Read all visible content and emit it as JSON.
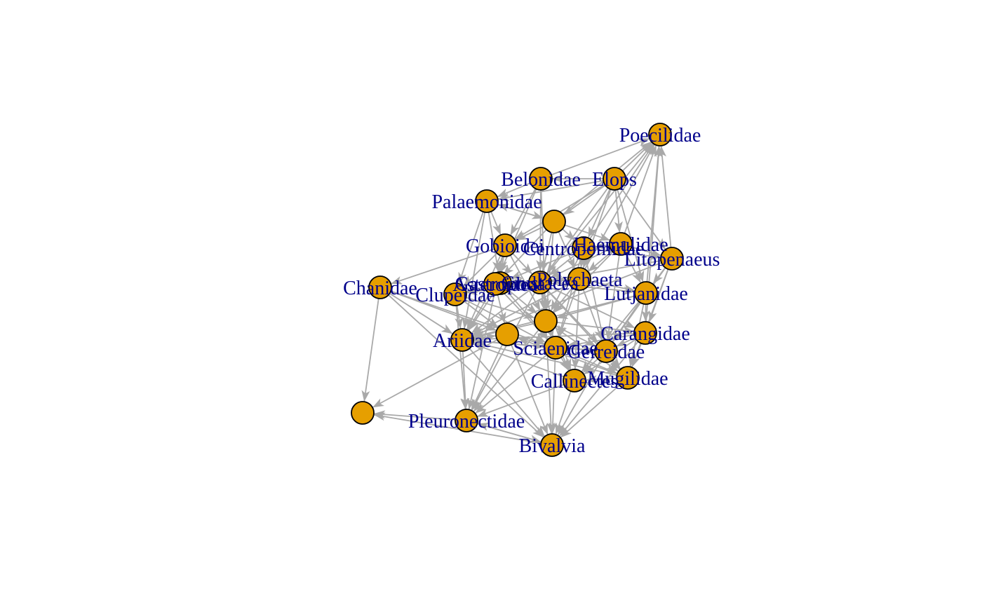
{
  "colors": {
    "node_fill": "#E69F00",
    "node_stroke": "#000000",
    "edge": "#A9A9A9",
    "label": "#00008B",
    "background": "#FFFFFF"
  },
  "nodes": [
    {
      "id": "poecilidae",
      "label": "Poecilidae"
    },
    {
      "id": "elops",
      "label": "Elops"
    },
    {
      "id": "belonidae",
      "label": "Belonidae"
    },
    {
      "id": "palaemonidae",
      "label": "Palaemonidae"
    },
    {
      "id": "u1",
      "label": ""
    },
    {
      "id": "haemulidae",
      "label": "Haemulidae"
    },
    {
      "id": "centropomidae",
      "label": "Centropomidae"
    },
    {
      "id": "gobioidei",
      "label": "Gobioidei"
    },
    {
      "id": "litopenaeus",
      "label": "Litopenaeus"
    },
    {
      "id": "polychaeta",
      "label": "Polychaeta"
    },
    {
      "id": "gastropoda",
      "label": "Gastropoda"
    },
    {
      "id": "asteroidea",
      "label": "Asteroidea"
    },
    {
      "id": "crustacea",
      "label": "Crustacea"
    },
    {
      "id": "lutjanidae",
      "label": "Lutjanidae"
    },
    {
      "id": "chanidae",
      "label": "Chanidae"
    },
    {
      "id": "clupeidae",
      "label": "Clupeidae"
    },
    {
      "id": "u2",
      "label": ""
    },
    {
      "id": "carangidae",
      "label": "Carangidae"
    },
    {
      "id": "ariidae",
      "label": "Ariidae"
    },
    {
      "id": "u3",
      "label": ""
    },
    {
      "id": "sciaenidae",
      "label": "Sciaenidae"
    },
    {
      "id": "gerreidae",
      "label": "Gerreidae"
    },
    {
      "id": "mugilidae",
      "label": "Mugilidae"
    },
    {
      "id": "callinectes",
      "label": "Callinectes"
    },
    {
      "id": "u4",
      "label": ""
    },
    {
      "id": "pleuronectidae",
      "label": "Pleuronectidae"
    },
    {
      "id": "bivalvia",
      "label": "Bivalvia"
    }
  ],
  "edges": [
    [
      "chanidae",
      "u4"
    ],
    [
      "chanidae",
      "u3"
    ],
    [
      "chanidae",
      "ariidae"
    ],
    [
      "chanidae",
      "sciaenidae"
    ],
    [
      "chanidae",
      "bivalvia"
    ],
    [
      "gobioidei",
      "chanidae"
    ],
    [
      "u3",
      "u4"
    ],
    [
      "pleuronectidae",
      "u4"
    ],
    [
      "bivalvia",
      "u4"
    ],
    [
      "pleuronectidae",
      "bivalvia"
    ],
    [
      "u3",
      "bivalvia"
    ],
    [
      "ariidae",
      "bivalvia"
    ],
    [
      "sciaenidae",
      "bivalvia"
    ],
    [
      "callinectes",
      "bivalvia"
    ],
    [
      "mugilidae",
      "bivalvia"
    ],
    [
      "gerreidae",
      "bivalvia"
    ],
    [
      "carangidae",
      "bivalvia"
    ],
    [
      "u2",
      "bivalvia"
    ],
    [
      "u2",
      "pleuronectidae"
    ],
    [
      "ariidae",
      "pleuronectidae"
    ],
    [
      "clupeidae",
      "pleuronectidae"
    ],
    [
      "gobioidei",
      "pleuronectidae"
    ],
    [
      "sciaenidae",
      "pleuronectidae"
    ],
    [
      "crustacea",
      "pleuronectidae"
    ],
    [
      "bivalvia",
      "pleuronectidae"
    ],
    [
      "mugilidae",
      "ariidae"
    ],
    [
      "carangidae",
      "ariidae"
    ],
    [
      "callinectes",
      "ariidae"
    ],
    [
      "lutjanidae",
      "ariidae"
    ],
    [
      "litopenaeus",
      "ariidae"
    ],
    [
      "belonidae",
      "poecilidae"
    ],
    [
      "elops",
      "poecilidae"
    ],
    [
      "u1",
      "poecilidae"
    ],
    [
      "haemulidae",
      "poecilidae"
    ],
    [
      "lutjanidae",
      "poecilidae"
    ],
    [
      "carangidae",
      "poecilidae"
    ],
    [
      "crustacea",
      "poecilidae"
    ],
    [
      "polychaeta",
      "poecilidae"
    ],
    [
      "litopenaeus",
      "poecilidae"
    ],
    [
      "centropomidae",
      "poecilidae"
    ],
    [
      "elops",
      "belonidae"
    ],
    [
      "elops",
      "palaemonidae"
    ],
    [
      "elops",
      "u1"
    ],
    [
      "elops",
      "centropomidae"
    ],
    [
      "elops",
      "gobioidei"
    ],
    [
      "elops",
      "crustacea"
    ],
    [
      "elops",
      "polychaeta"
    ],
    [
      "elops",
      "litopenaeus"
    ],
    [
      "elops",
      "lutjanidae"
    ],
    [
      "elops",
      "haemulidae"
    ],
    [
      "belonidae",
      "palaemonidae"
    ],
    [
      "belonidae",
      "gobioidei"
    ],
    [
      "belonidae",
      "asteroidea"
    ],
    [
      "belonidae",
      "crustacea"
    ],
    [
      "belonidae",
      "u2"
    ],
    [
      "u1",
      "palaemonidae"
    ],
    [
      "u1",
      "gobioidei"
    ],
    [
      "u1",
      "centropomidae"
    ],
    [
      "u1",
      "haemulidae"
    ],
    [
      "u1",
      "asteroidea"
    ],
    [
      "u1",
      "polychaeta"
    ],
    [
      "u1",
      "crustacea"
    ],
    [
      "u1",
      "u2"
    ],
    [
      "palaemonidae",
      "gobioidei"
    ],
    [
      "palaemonidae",
      "clupeidae"
    ],
    [
      "palaemonidae",
      "gastropoda"
    ],
    [
      "palaemonidae",
      "ariidae"
    ],
    [
      "palaemonidae",
      "u1"
    ],
    [
      "haemulidae",
      "centropomidae"
    ],
    [
      "haemulidae",
      "litopenaeus"
    ],
    [
      "haemulidae",
      "lutjanidae"
    ],
    [
      "haemulidae",
      "crustacea"
    ],
    [
      "haemulidae",
      "polychaeta"
    ],
    [
      "haemulidae",
      "gerreidae"
    ],
    [
      "haemulidae",
      "u2"
    ],
    [
      "centropomidae",
      "crustacea"
    ],
    [
      "centropomidae",
      "polychaeta"
    ],
    [
      "centropomidae",
      "gastropoda"
    ],
    [
      "centropomidae",
      "u2"
    ],
    [
      "centropomidae",
      "gerreidae"
    ],
    [
      "centropomidae",
      "sciaenidae"
    ],
    [
      "centropomidae",
      "litopenaeus"
    ],
    [
      "gobioidei",
      "gastropoda"
    ],
    [
      "gobioidei",
      "asteroidea"
    ],
    [
      "gobioidei",
      "crustacea"
    ],
    [
      "gobioidei",
      "clupeidae"
    ],
    [
      "gobioidei",
      "ariidae"
    ],
    [
      "gobioidei",
      "u2"
    ],
    [
      "litopenaeus",
      "lutjanidae"
    ],
    [
      "litopenaeus",
      "carangidae"
    ],
    [
      "litopenaeus",
      "crustacea"
    ],
    [
      "litopenaeus",
      "gerreidae"
    ],
    [
      "litopenaeus",
      "mugilidae"
    ],
    [
      "polychaeta",
      "crustacea"
    ],
    [
      "polychaeta",
      "u2"
    ],
    [
      "polychaeta",
      "gastropoda"
    ],
    [
      "polychaeta",
      "asteroidea"
    ],
    [
      "polychaeta",
      "lutjanidae"
    ],
    [
      "polychaeta",
      "sciaenidae"
    ],
    [
      "polychaeta",
      "gerreidae"
    ],
    [
      "polychaeta",
      "callinectes"
    ],
    [
      "polychaeta",
      "ariidae"
    ],
    [
      "gastropoda",
      "clupeidae"
    ],
    [
      "gastropoda",
      "asteroidea"
    ],
    [
      "gastropoda",
      "crustacea"
    ],
    [
      "gastropoda",
      "ariidae"
    ],
    [
      "gastropoda",
      "u2"
    ],
    [
      "gastropoda",
      "sciaenidae"
    ],
    [
      "asteroidea",
      "crustacea"
    ],
    [
      "asteroidea",
      "ariidae"
    ],
    [
      "asteroidea",
      "u3"
    ],
    [
      "asteroidea",
      "sciaenidae"
    ],
    [
      "crustacea",
      "u2"
    ],
    [
      "crustacea",
      "lutjanidae"
    ],
    [
      "crustacea",
      "carangidae"
    ],
    [
      "crustacea",
      "gerreidae"
    ],
    [
      "crustacea",
      "sciaenidae"
    ],
    [
      "crustacea",
      "callinectes"
    ],
    [
      "crustacea",
      "mugilidae"
    ],
    [
      "crustacea",
      "ariidae"
    ],
    [
      "crustacea",
      "clupeidae"
    ],
    [
      "lutjanidae",
      "carangidae"
    ],
    [
      "lutjanidae",
      "gerreidae"
    ],
    [
      "lutjanidae",
      "mugilidae"
    ],
    [
      "lutjanidae",
      "u2"
    ],
    [
      "lutjanidae",
      "callinectes"
    ],
    [
      "clupeidae",
      "ariidae"
    ],
    [
      "clupeidae",
      "u2"
    ],
    [
      "clupeidae",
      "u3"
    ],
    [
      "clupeidae",
      "sciaenidae"
    ],
    [
      "u2",
      "ariidae"
    ],
    [
      "u2",
      "sciaenidae"
    ],
    [
      "u2",
      "gerreidae"
    ],
    [
      "u2",
      "callinectes"
    ],
    [
      "u2",
      "mugilidae"
    ],
    [
      "u2",
      "carangidae"
    ],
    [
      "carangidae",
      "gerreidae"
    ],
    [
      "carangidae",
      "mugilidae"
    ],
    [
      "carangidae",
      "sciaenidae"
    ],
    [
      "carangidae",
      "callinectes"
    ],
    [
      "ariidae",
      "sciaenidae"
    ],
    [
      "ariidae",
      "u3"
    ],
    [
      "sciaenidae",
      "gerreidae"
    ],
    [
      "sciaenidae",
      "callinectes"
    ],
    [
      "sciaenidae",
      "mugilidae"
    ],
    [
      "gerreidae",
      "callinectes"
    ],
    [
      "gerreidae",
      "mugilidae"
    ],
    [
      "mugilidae",
      "callinectes"
    ],
    [
      "u3",
      "pleuronectidae"
    ],
    [
      "callinectes",
      "pleuronectidae"
    ],
    [
      "mugilidae",
      "u3"
    ],
    [
      "gerreidae",
      "ariidae"
    ],
    [
      "sciaenidae",
      "u3"
    ]
  ]
}
